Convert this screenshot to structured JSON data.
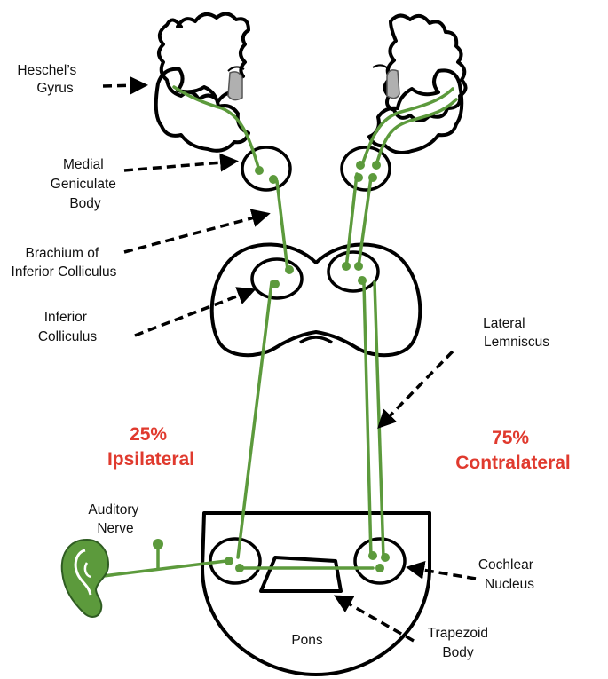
{
  "labels": {
    "heschels_gyrus": [
      "Heschel’s",
      "Gyrus"
    ],
    "medial_geniculate": [
      "Medial",
      "Geniculate",
      "Body"
    ],
    "brachium": [
      "Brachium of",
      "Inferior Colliculus"
    ],
    "inferior_colliculus": [
      "Inferior",
      "Colliculus"
    ],
    "lateral_lemniscus": [
      "Lateral",
      "Lemniscus"
    ],
    "auditory_nerve": [
      "Auditory",
      "Nerve"
    ],
    "cochlear_nucleus": [
      "Cochlear",
      "Nucleus"
    ],
    "trapezoid_body": [
      "Trapezoid",
      "Body"
    ],
    "pons": "Pons"
  },
  "percentages": {
    "ipsilateral": [
      "25%",
      "Ipsilateral"
    ],
    "contralateral": [
      "75%",
      "Contralateral"
    ]
  },
  "colors": {
    "pathway": "#5c9a3c",
    "percentage_text": "#e03a2e",
    "outline": "#000000",
    "ventricle": "#b0b0b0"
  }
}
